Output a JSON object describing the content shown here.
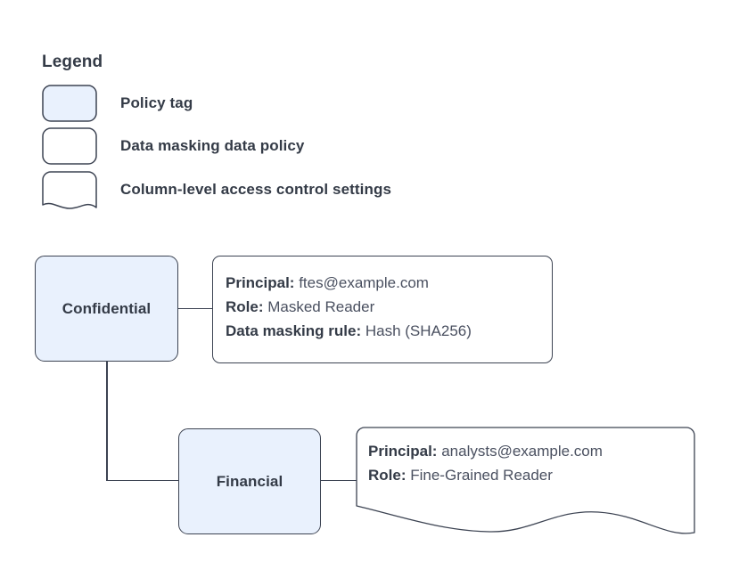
{
  "legend": {
    "title": "Legend",
    "items": [
      {
        "icon": "rounded-rect-filled-icon",
        "label": "Policy tag"
      },
      {
        "icon": "rounded-rect-outline-icon",
        "label": "Data masking data policy"
      },
      {
        "icon": "document-wave-icon",
        "label": "Column-level access control settings"
      }
    ]
  },
  "diagram": {
    "nodes": [
      {
        "id": "confidential",
        "label": "Confidential"
      },
      {
        "id": "financial",
        "label": "Financial"
      }
    ],
    "policy_box": {
      "lines": [
        {
          "key": "Principal:",
          "value": "ftes@example.com"
        },
        {
          "key": "Role:",
          "value": "Masked Reader"
        },
        {
          "key": "Data masking rule:",
          "value": "Hash (SHA256)"
        }
      ]
    },
    "access_box": {
      "lines": [
        {
          "key": "Principal:",
          "value": "analysts@example.com"
        },
        {
          "key": "Role:",
          "value": "Fine-Grained Reader"
        }
      ]
    }
  },
  "colors": {
    "node_fill": "#e9f1fd",
    "stroke": "#3c4352",
    "text": "#343b47",
    "value_text": "#4a5060",
    "background": "#ffffff"
  }
}
